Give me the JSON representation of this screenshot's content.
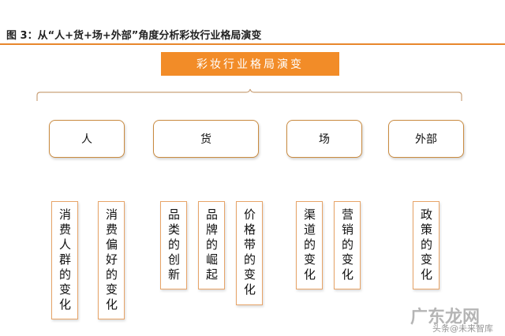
{
  "figure_title": "图 3：从“人+货+场+外部”角度分析彩妆行业格局演变",
  "banner_label": "彩妆行业格局演变",
  "categories": [
    "人",
    "货",
    "场",
    "外部"
  ],
  "items": [
    "消费人群的变化",
    "消费偏好的变化",
    "品类的创新",
    "品牌的崛起",
    "价格带的变化",
    "渠道的变化",
    "营销的变化",
    "政策的变化"
  ],
  "watermark": {
    "main": "广东龙网",
    "sub": "头条@未来智库"
  },
  "colors": {
    "accent": "#f28c28",
    "border": "#e7a468",
    "brace": "#caa27a"
  }
}
